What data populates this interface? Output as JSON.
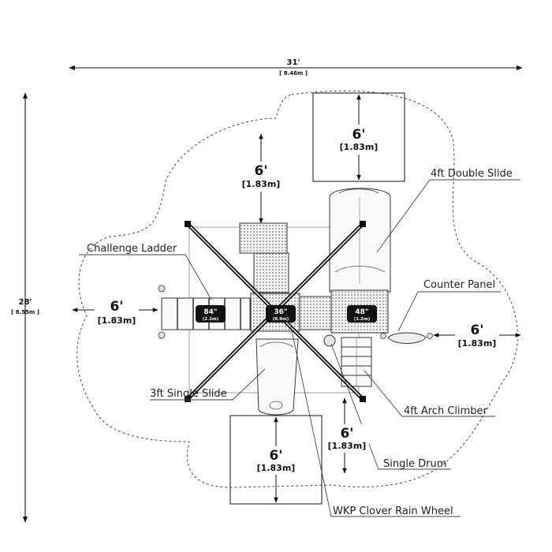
{
  "overall": {
    "width_ft": "31'",
    "width_m": "[ 8.46m ]",
    "depth_ft": "28'",
    "depth_m": "[ 8.55m ]"
  },
  "clearances": {
    "top_box": {
      "ft": "6'",
      "m": "[1.83m]"
    },
    "top_mid": {
      "ft": "6'",
      "m": "[1.83m]"
    },
    "left": {
      "ft": "6'",
      "m": "[1.83m]"
    },
    "right": {
      "ft": "6'",
      "m": "[1.83m]"
    },
    "bottom_mid": {
      "ft": "6'",
      "m": "[1.83m]"
    },
    "bottom_box": {
      "ft": "6'",
      "m": "[1.83m]"
    }
  },
  "platforms": [
    {
      "height": "84\"",
      "metric": "(2.1m)"
    },
    {
      "height": "36\"",
      "metric": "(0.9m)"
    },
    {
      "height": "48\"",
      "metric": "(1.2m)"
    }
  ],
  "callouts": {
    "double_slide": "4ft Double Slide",
    "challenge_ladder": "Challenge Ladder",
    "counter_panel": "Counter Panel",
    "single_slide": "3ft Single Slide",
    "arch_climber": "4ft Arch Climber",
    "single_drum": "Single Drum",
    "rain_wheel": "WKP Clover Rain Wheel"
  }
}
